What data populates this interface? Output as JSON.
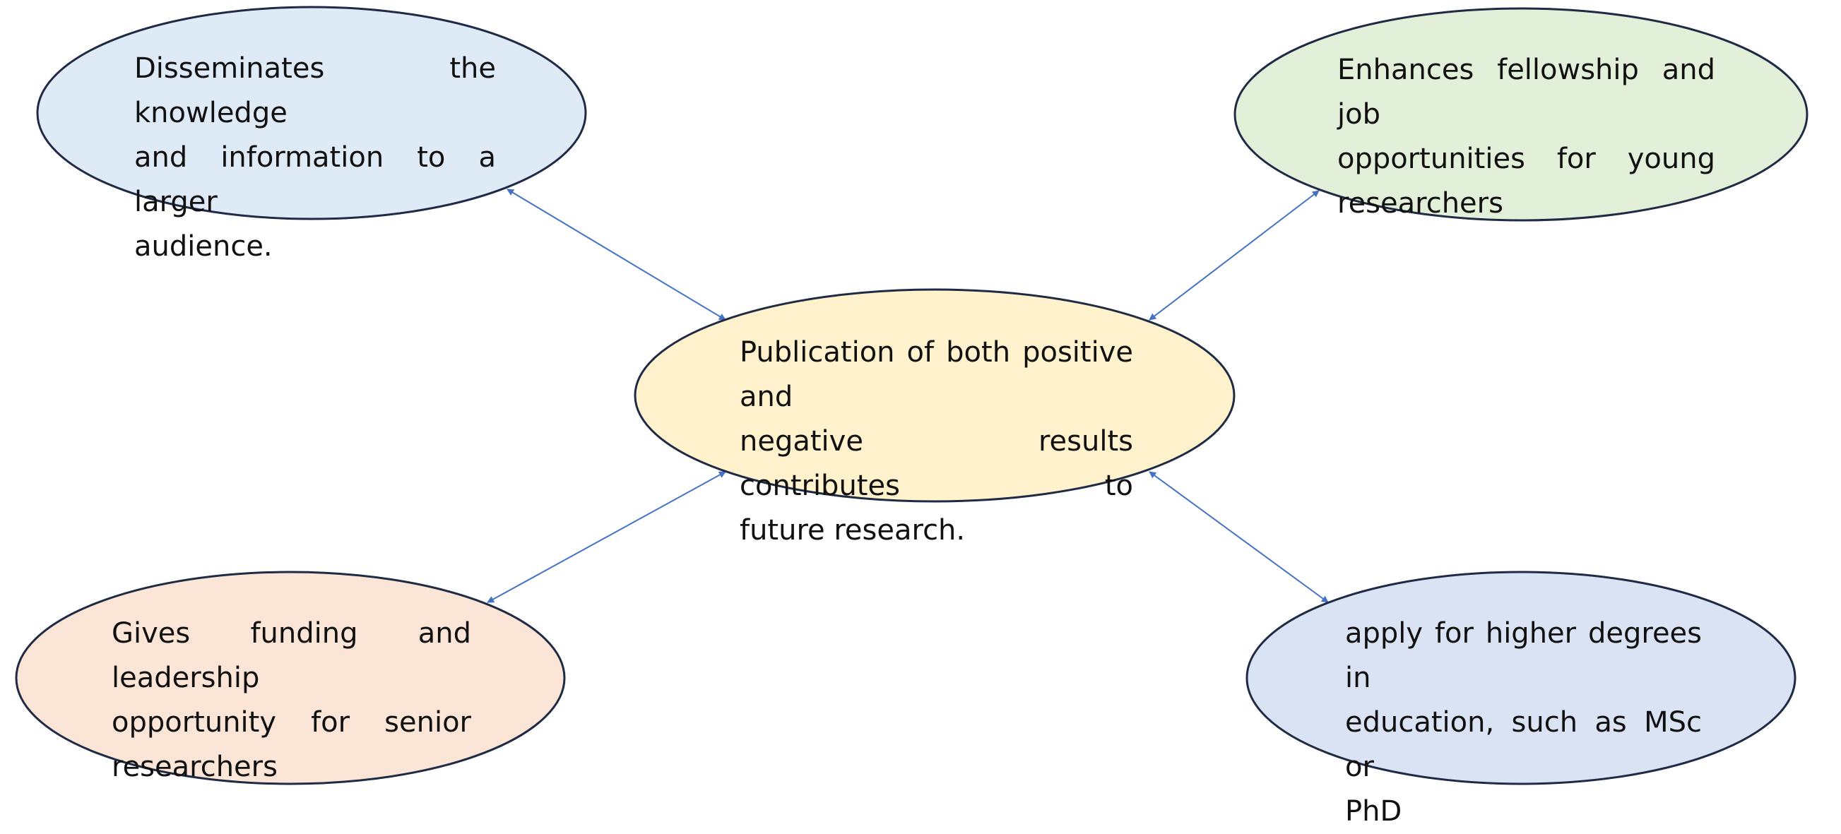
{
  "colors": {
    "outline": "#1f2a44",
    "connector": "#4472c4",
    "top_left_fill": "#deebf7",
    "top_right_fill": "#e2f0d9",
    "center_fill": "#fff2cc",
    "bottom_left_fill": "#fbe5d6",
    "bottom_right_fill": "#dae3f3"
  },
  "nodes": {
    "center": {
      "lines": [
        "Publication of both positive and",
        "negative results contributes to",
        "future research."
      ]
    },
    "top_left": {
      "lines": [
        "Disseminates the knowledge",
        "and information to a larger",
        "audience."
      ]
    },
    "top_right": {
      "lines": [
        "Enhances fellowship and job",
        "opportunities for young",
        "researchers"
      ]
    },
    "bottom_left": {
      "lines": [
        "Gives funding and leadership",
        "opportunity for senior",
        "researchers"
      ]
    },
    "bottom_right": {
      "lines": [
        "apply for higher degrees in",
        "education, such as MSc or",
        "PhD"
      ]
    }
  }
}
